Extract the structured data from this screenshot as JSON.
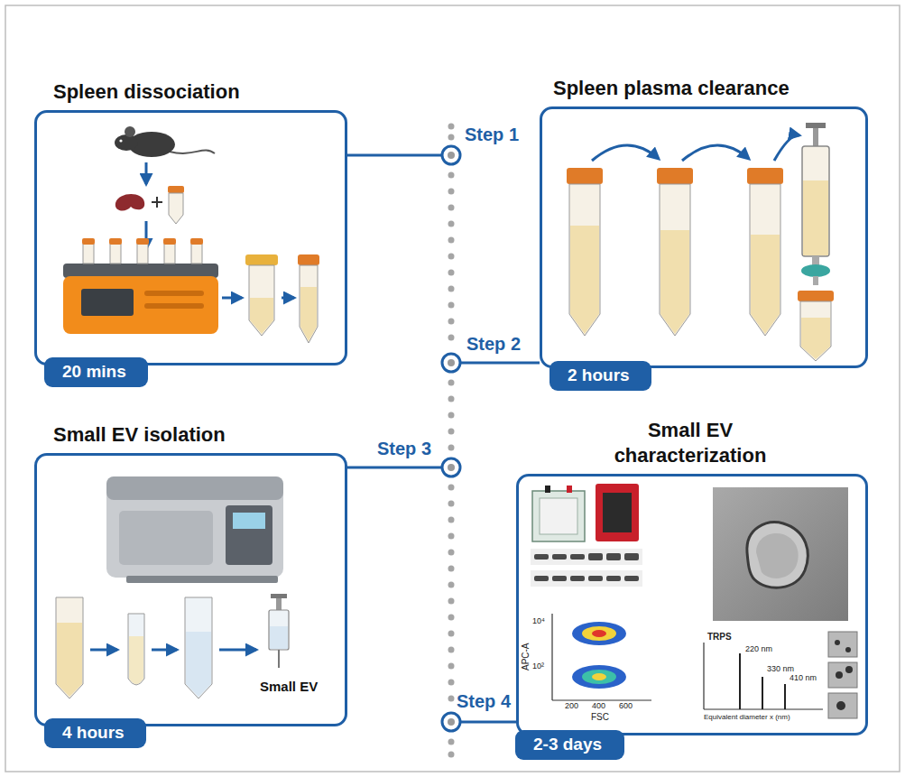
{
  "diagram": {
    "nodes": [
      {
        "text": [
          "Spleen dissociation"
        ]
      },
      {
        "text": [
          "20 mins"
        ],
        "in": 0
      },
      {
        "text": [
          "Spleen plasma clearance"
        ]
      },
      {
        "text": [
          "2 hours"
        ],
        "in": 2
      },
      {
        "text": [
          "Small EV isolation"
        ]
      },
      {
        "text": [
          "4 hours"
        ],
        "in": 4
      },
      {
        "text": [
          "Small EV characterization"
        ]
      },
      {
        "text": [
          "2-3 days"
        ],
        "in": 6
      }
    ],
    "labels": [
      "Step 1",
      "Step 2",
      "Step 3",
      "Step 4",
      "Small EV",
      "APC-A",
      "10⁴",
      "10²",
      "FSC",
      "200",
      "400",
      "600",
      "TRPS",
      "220 nm",
      "330 nm",
      "410 nm",
      "Equivalent diameter x (nm)"
    ]
  }
}
